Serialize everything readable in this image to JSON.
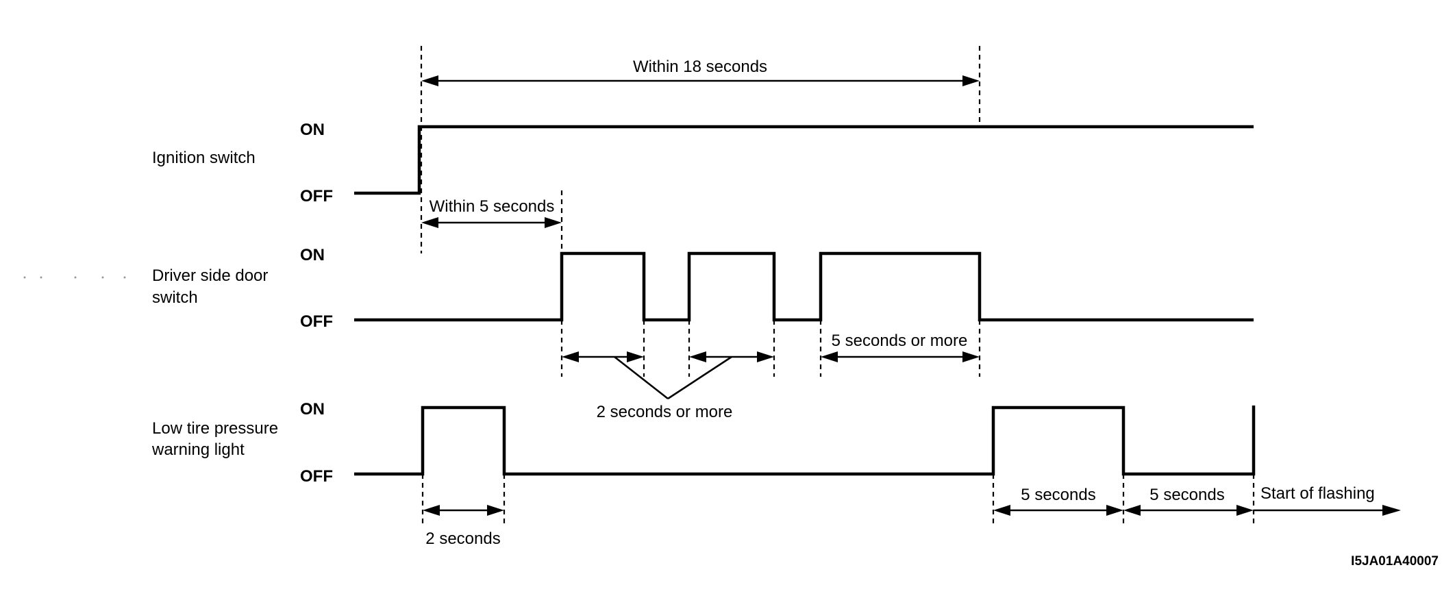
{
  "signals": {
    "ignition": {
      "label": "Ignition switch",
      "on": "ON",
      "off": "OFF"
    },
    "door": {
      "label_line1": "Driver side door",
      "label_line2": "switch",
      "on": "ON",
      "off": "OFF"
    },
    "warning": {
      "label_line1": "Low tire pressure",
      "label_line2": "warning light",
      "on": "ON",
      "off": "OFF"
    }
  },
  "annotations": {
    "within_18": "Within 18 seconds",
    "within_5": "Within 5 seconds",
    "five_or_more": "5 seconds or more",
    "two_or_more": "2 seconds or more",
    "two_seconds": "2 seconds",
    "five_seconds_1": "5 seconds",
    "five_seconds_2": "5 seconds",
    "start_flashing": "Start of flashing"
  },
  "figure_id": "I5JA01A40007"
}
